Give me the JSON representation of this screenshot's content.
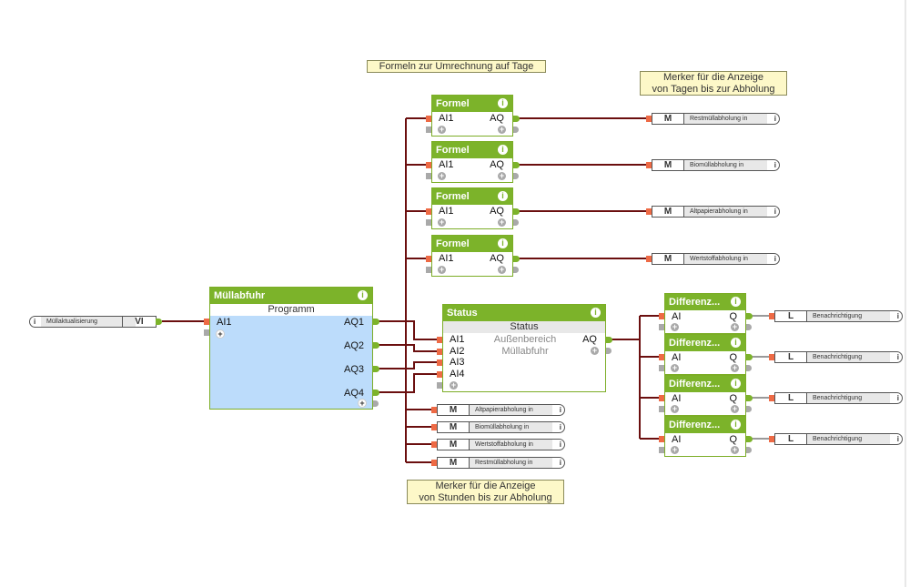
{
  "notes": {
    "formulas_title": "Formeln zur Umrechnung auf Tage",
    "days_markers": "Merker für die Anzeige\nvon Tagen bis zur Abholung",
    "hours_markers": "Merker für die Anzeige\nvon Stunden bis zur Abholung"
  },
  "input": {
    "info": "i",
    "label": "Müllaktualisierung",
    "type": "VI"
  },
  "program": {
    "title": "Müllabfuhr",
    "info": "i",
    "subtitle": "Programm",
    "inputs": [
      "AI1"
    ],
    "outputs": [
      "AQ1",
      "AQ2",
      "AQ3",
      "AQ4"
    ],
    "add": "+"
  },
  "formulas": [
    {
      "title": "Formel",
      "info": "i",
      "in": "AI1",
      "out": "AQ"
    },
    {
      "title": "Formel",
      "info": "i",
      "in": "AI1",
      "out": "AQ"
    },
    {
      "title": "Formel",
      "info": "i",
      "in": "AI1",
      "out": "AQ"
    },
    {
      "title": "Formel",
      "info": "i",
      "in": "AI1",
      "out": "AQ"
    }
  ],
  "day_markers": [
    {
      "type": "M",
      "label": "Restmüllabholung in",
      "info": "i"
    },
    {
      "type": "M",
      "label": "Biomüllabholung in",
      "info": "i"
    },
    {
      "type": "M",
      "label": "Altpapierabholung in",
      "info": "i"
    },
    {
      "type": "M",
      "label": "Wertstoffabholung in",
      "info": "i"
    }
  ],
  "status": {
    "title": "Status",
    "info": "i",
    "subtitle": "Status",
    "inputs": [
      "AI1",
      "AI2",
      "AI3",
      "AI4"
    ],
    "output": "AQ",
    "line1": "Außenbereich",
    "line2": "Müllabfuhr"
  },
  "hour_markers": [
    {
      "type": "M",
      "label": "Altpapierabholung in",
      "info": "i"
    },
    {
      "type": "M",
      "label": "Biomüllabholung in",
      "info": "i"
    },
    {
      "type": "M",
      "label": "Wertstoffabholung in",
      "info": "i"
    },
    {
      "type": "M",
      "label": "Restmüllabholung in",
      "info": "i"
    }
  ],
  "differences": [
    {
      "title": "Differenz...",
      "info": "i",
      "in": "AI",
      "out": "Q"
    },
    {
      "title": "Differenz...",
      "info": "i",
      "in": "AI",
      "out": "Q"
    },
    {
      "title": "Differenz...",
      "info": "i",
      "in": "AI",
      "out": "Q"
    },
    {
      "title": "Differenz...",
      "info": "i",
      "in": "AI",
      "out": "Q"
    }
  ],
  "notifications": [
    {
      "type": "L",
      "label": "Benachrichtigung",
      "info": "i"
    },
    {
      "type": "L",
      "label": "Benachrichtigung",
      "info": "i"
    },
    {
      "type": "L",
      "label": "Benachrichtigung",
      "info": "i"
    },
    {
      "type": "L",
      "label": "Benachrichtigung",
      "info": "i"
    }
  ],
  "colors": {
    "block_header": "#7cb32a",
    "wire": "#6b0f0f",
    "input_pin": "#ee6a45",
    "note_bg": "#fdf8c8",
    "program_body": "#bcdcfb"
  }
}
